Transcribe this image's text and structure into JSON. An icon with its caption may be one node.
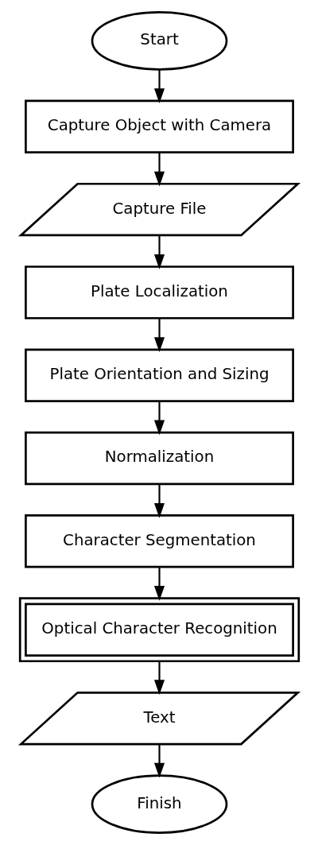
{
  "diagram": {
    "nodes": [
      {
        "text": [
          "Start"
        ]
      },
      {
        "text": [
          "Capture Object with Camera"
        ]
      },
      {
        "text": [
          "Capture File"
        ]
      },
      {
        "text": [
          "Plate Localization"
        ]
      },
      {
        "text": [
          "Plate Orientation and Sizing"
        ]
      },
      {
        "text": [
          "Normalization"
        ]
      },
      {
        "text": [
          "Character Segmentation"
        ]
      },
      {
        "text": [
          "Optical Character Recognition"
        ]
      },
      {
        "text": [
          "Text"
        ]
      },
      {
        "text": [
          "Finish"
        ]
      }
    ],
    "edges": [
      {
        "from": 0,
        "to": 1,
        "arrow": "to"
      },
      {
        "from": 1,
        "to": 2,
        "arrow": "to"
      },
      {
        "from": 2,
        "to": 3,
        "arrow": "to"
      },
      {
        "from": 3,
        "to": 4,
        "arrow": "to"
      },
      {
        "from": 4,
        "to": 5,
        "arrow": "to"
      },
      {
        "from": 5,
        "to": 6,
        "arrow": "to"
      },
      {
        "from": 6,
        "to": 7,
        "arrow": "to"
      },
      {
        "from": 7,
        "to": 8,
        "arrow": "to"
      },
      {
        "from": 8,
        "to": 9,
        "arrow": "to"
      }
    ]
  }
}
